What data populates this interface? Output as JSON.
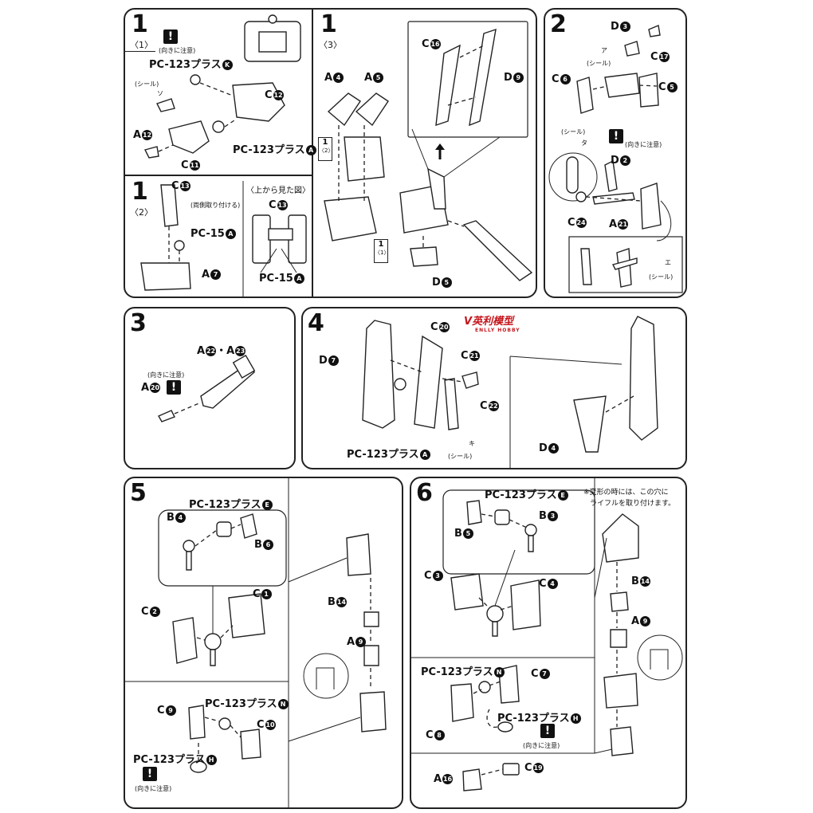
{
  "step1_1": {
    "num": "1",
    "sub": "〈1〉",
    "warn": "!",
    "note": "(向きに注意)",
    "seal_note": "(シール)",
    "seal_mark": "ソ",
    "labels": {
      "pc123k": "PC-123プラス",
      "pc123k_c": "K",
      "c12": "C",
      "c12_c": "12",
      "a12": "A",
      "a12_c": "12",
      "c11": "C",
      "c11_c": "11",
      "pc123a": "PC-123プラス",
      "pc123a_c": "A"
    }
  },
  "step1_2": {
    "num": "1",
    "sub": "〈2〉",
    "note1": "(両側取り付ける)",
    "view_note": "〈上から見た図〉",
    "labels": {
      "c13": "C",
      "c13_c": "13",
      "pc15": "PC-15",
      "pc15_c": "A",
      "a7": "A",
      "a7_c": "7",
      "c13b": "C",
      "c13b_c": "13",
      "pc15b": "PC-15",
      "pc15b_c": "A"
    }
  },
  "step1_3": {
    "num": "1",
    "sub": "〈3〉",
    "ref_num": "1",
    "ref_sub": "〈2〉",
    "ref2_num": "1",
    "ref2_sub": "〈1〉",
    "labels": {
      "a4": "A",
      "a4_c": "4",
      "a5": "A",
      "a5_c": "5",
      "c16": "C",
      "c16_c": "16",
      "d9": "D",
      "d9_c": "9",
      "d5": "D",
      "d5_c": "5"
    }
  },
  "step2": {
    "num": "2",
    "seal_note": "(シール)",
    "seal_marks": [
      "ア",
      "タ",
      "エ"
    ],
    "note": "(向きに注意)",
    "labels": {
      "d3": "D",
      "d3_c": "3",
      "c17": "C",
      "c17_c": "17",
      "c6": "C",
      "c6_c": "6",
      "c5": "C",
      "c5_c": "5",
      "d2": "D",
      "d2_c": "2",
      "c24": "C",
      "c24_c": "24",
      "a21": "A",
      "a21_c": "21"
    }
  },
  "step3": {
    "num": "3",
    "note": "(向きに注意)",
    "labels": {
      "a22": "A",
      "a22_c": "22",
      "dot": "・",
      "a23": "A",
      "a23_c": "23",
      "a20": "A",
      "a20_c": "20"
    }
  },
  "step4": {
    "num": "4",
    "seal_note": "(シール)",
    "seal_mark": "キ",
    "labels": {
      "c20": "C",
      "c20_c": "20",
      "c21": "C",
      "c21_c": "21",
      "d7": "D",
      "d7_c": "7",
      "c22": "C",
      "c22_c": "22",
      "pc123a": "PC-123プラス",
      "pc123a_c": "A",
      "d4": "D",
      "d4_c": "4"
    }
  },
  "step5": {
    "num": "5",
    "note": "(向きに注意)",
    "labels": {
      "pc123e": "PC-123プラス",
      "pc123e_c": "E",
      "b4": "B",
      "b4_c": "4",
      "b6": "B",
      "b6_c": "6",
      "c2": "C",
      "c2_c": "2",
      "c1": "C",
      "c1_c": "1",
      "b14": "B",
      "b14_c": "14",
      "a9": "A",
      "a9_c": "9",
      "c9": "C",
      "c9_c": "9",
      "pc123n": "PC-123プラス",
      "pc123n_c": "N",
      "c10": "C",
      "c10_c": "10",
      "pc123h": "PC-123プラス",
      "pc123h_c": "H"
    }
  },
  "step6": {
    "num": "6",
    "top_note1": "※変形の時には、この穴に",
    "top_note2": "ライフルを取り付けます。",
    "note": "(向きに注意)",
    "labels": {
      "pc123e": "PC-123プラス",
      "pc123e_c": "E",
      "b5": "B",
      "b5_c": "5",
      "b3": "B",
      "b3_c": "3",
      "c3": "C",
      "c3_c": "3",
      "c4": "C",
      "c4_c": "4",
      "b14": "B",
      "b14_c": "14",
      "a9": "A",
      "a9_c": "9",
      "pc123n": "PC-123プラス",
      "pc123n_c": "N",
      "c7": "C",
      "c7_c": "7",
      "c8": "C",
      "c8_c": "8",
      "pc123h": "PC-123プラス",
      "pc123h_c": "H",
      "a16": "A",
      "a16_c": "16",
      "c19": "C",
      "c19_c": "19"
    }
  },
  "watermark": {
    "text": "英利模型",
    "sub": "ENLLY HOBBY"
  }
}
